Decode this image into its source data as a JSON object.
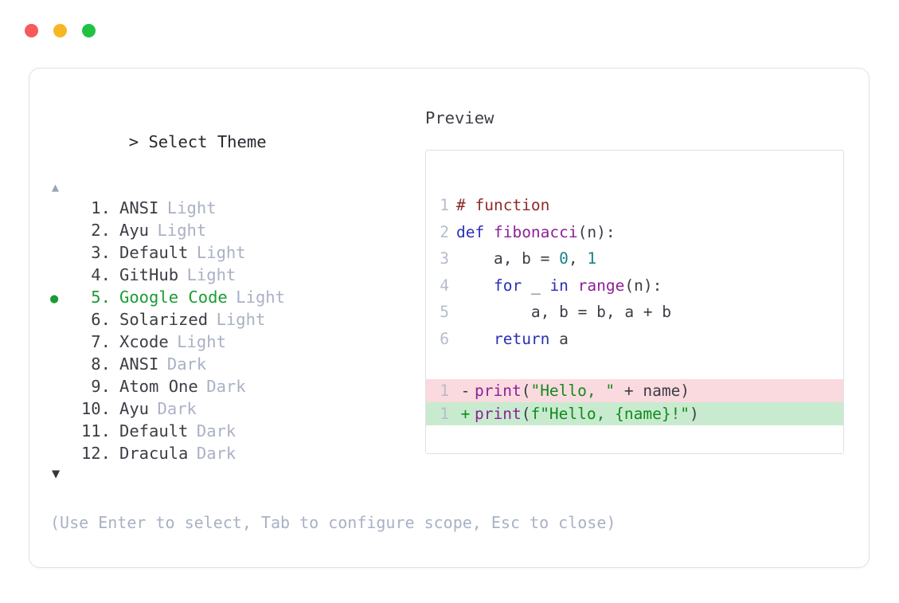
{
  "window": {
    "traffic_lights": [
      {
        "name": "close-button",
        "color": "#f8595b"
      },
      {
        "name": "minimize-button",
        "color": "#f7b723"
      },
      {
        "name": "maximize-button",
        "color": "#21c244"
      }
    ]
  },
  "prompt": {
    "caret": ">",
    "title": "Select Theme"
  },
  "scroll": {
    "up_glyph": "▲",
    "down_glyph": "▼"
  },
  "selected_bullet": "●",
  "themes": [
    {
      "number": " 1.",
      "name": "ANSI",
      "variant": "Light",
      "selected": false
    },
    {
      "number": " 2.",
      "name": "Ayu",
      "variant": "Light",
      "selected": false
    },
    {
      "number": " 3.",
      "name": "Default",
      "variant": "Light",
      "selected": false
    },
    {
      "number": " 4.",
      "name": "GitHub",
      "variant": "Light",
      "selected": false
    },
    {
      "number": " 5.",
      "name": "Google Code",
      "variant": "Light",
      "selected": true
    },
    {
      "number": " 6.",
      "name": "Solarized",
      "variant": "Light",
      "selected": false
    },
    {
      "number": " 7.",
      "name": "Xcode",
      "variant": "Light",
      "selected": false
    },
    {
      "number": " 8.",
      "name": "ANSI",
      "variant": "Dark",
      "selected": false
    },
    {
      "number": " 9.",
      "name": "Atom One",
      "variant": "Dark",
      "selected": false
    },
    {
      "number": "10.",
      "name": "Ayu",
      "variant": "Dark",
      "selected": false
    },
    {
      "number": "11.",
      "name": "Default",
      "variant": "Dark",
      "selected": false
    },
    {
      "number": "12.",
      "name": "Dracula",
      "variant": "Dark",
      "selected": false
    }
  ],
  "hint": "(Use Enter to select, Tab to configure scope, Esc to close)",
  "preview": {
    "label": "Preview",
    "code_lines": [
      {
        "no": "1",
        "tokens": [
          {
            "t": "# function",
            "c": "tok-comment"
          }
        ]
      },
      {
        "no": "2",
        "tokens": [
          {
            "t": "def ",
            "c": "tok-kw"
          },
          {
            "t": "fibonacci",
            "c": "tok-fn"
          },
          {
            "t": "(n):",
            "c": "tok-plain"
          }
        ]
      },
      {
        "no": "3",
        "tokens": [
          {
            "t": "    a, b = ",
            "c": "tok-plain"
          },
          {
            "t": "0",
            "c": "tok-num"
          },
          {
            "t": ", ",
            "c": "tok-plain"
          },
          {
            "t": "1",
            "c": "tok-num"
          }
        ]
      },
      {
        "no": "4",
        "tokens": [
          {
            "t": "    ",
            "c": "tok-plain"
          },
          {
            "t": "for",
            "c": "tok-kw"
          },
          {
            "t": " _ ",
            "c": "tok-plain"
          },
          {
            "t": "in",
            "c": "tok-kw"
          },
          {
            "t": " ",
            "c": "tok-plain"
          },
          {
            "t": "range",
            "c": "tok-fn"
          },
          {
            "t": "(n):",
            "c": "tok-plain"
          }
        ]
      },
      {
        "no": "5",
        "tokens": [
          {
            "t": "        a, b = b, a + b",
            "c": "tok-plain"
          }
        ]
      },
      {
        "no": "6",
        "tokens": [
          {
            "t": "    ",
            "c": "tok-plain"
          },
          {
            "t": "return",
            "c": "tok-kw"
          },
          {
            "t": " a",
            "c": "tok-plain"
          }
        ]
      }
    ],
    "diff_lines": [
      {
        "no": "1",
        "sign": "-",
        "kind": "del",
        "tokens": [
          {
            "t": "print",
            "c": "tok-fn"
          },
          {
            "t": "(",
            "c": "tok-plain"
          },
          {
            "t": "\"Hello, \"",
            "c": "tok-str"
          },
          {
            "t": " + name)",
            "c": "tok-plain"
          }
        ]
      },
      {
        "no": "1",
        "sign": "+",
        "kind": "add",
        "tokens": [
          {
            "t": "print",
            "c": "tok-fn"
          },
          {
            "t": "(",
            "c": "tok-plain"
          },
          {
            "t": "f\"Hello, {name}!\"",
            "c": "tok-str"
          },
          {
            "t": ")",
            "c": "tok-plain"
          }
        ]
      }
    ]
  }
}
